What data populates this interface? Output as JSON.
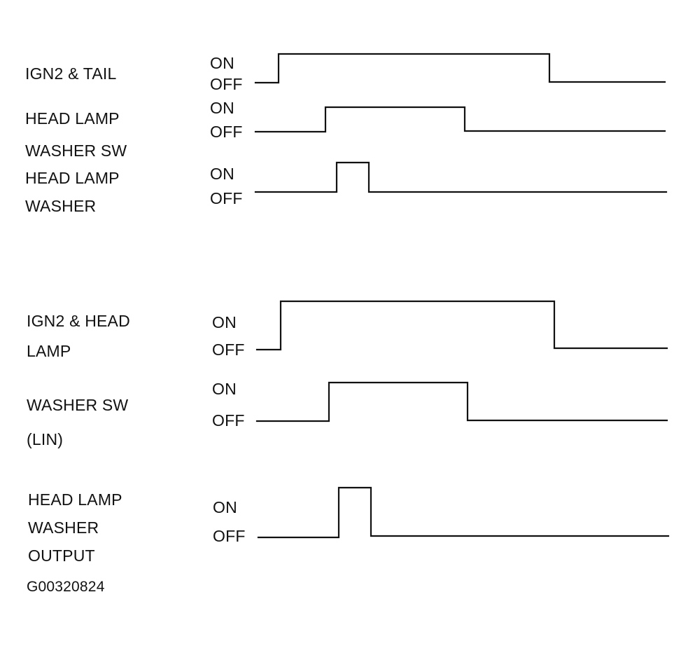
{
  "diagram": {
    "type": "timing-diagram",
    "line_color": "#111111",
    "on_label": "ON",
    "off_label": "OFF",
    "groups": [
      {
        "signals": [
          {
            "label_lines": [
              "IGN2 & TAIL"
            ],
            "transitions": [
              0.0,
              1.0,
              0.0
            ]
          },
          {
            "label_lines": [
              "HEAD LAMP",
              "WASHER SW"
            ],
            "transitions": [
              0.0,
              1.0,
              0.0
            ]
          },
          {
            "label_lines": [
              "HEAD LAMP",
              "WASHER"
            ],
            "transitions": [
              0.0,
              1.0,
              0.0
            ]
          }
        ]
      },
      {
        "signals": [
          {
            "label_lines": [
              "IGN2 & HEAD",
              "LAMP"
            ],
            "transitions": [
              0.0,
              1.0,
              0.0
            ]
          },
          {
            "label_lines": [
              "WASHER SW",
              "(LIN)"
            ],
            "transitions": [
              0.0,
              1.0,
              0.0
            ]
          },
          {
            "label_lines": [
              "HEAD LAMP",
              "WASHER",
              "OUTPUT"
            ],
            "transitions": [
              0.0,
              1.0,
              0.0
            ]
          }
        ]
      }
    ],
    "figure_code": "G00320824"
  }
}
